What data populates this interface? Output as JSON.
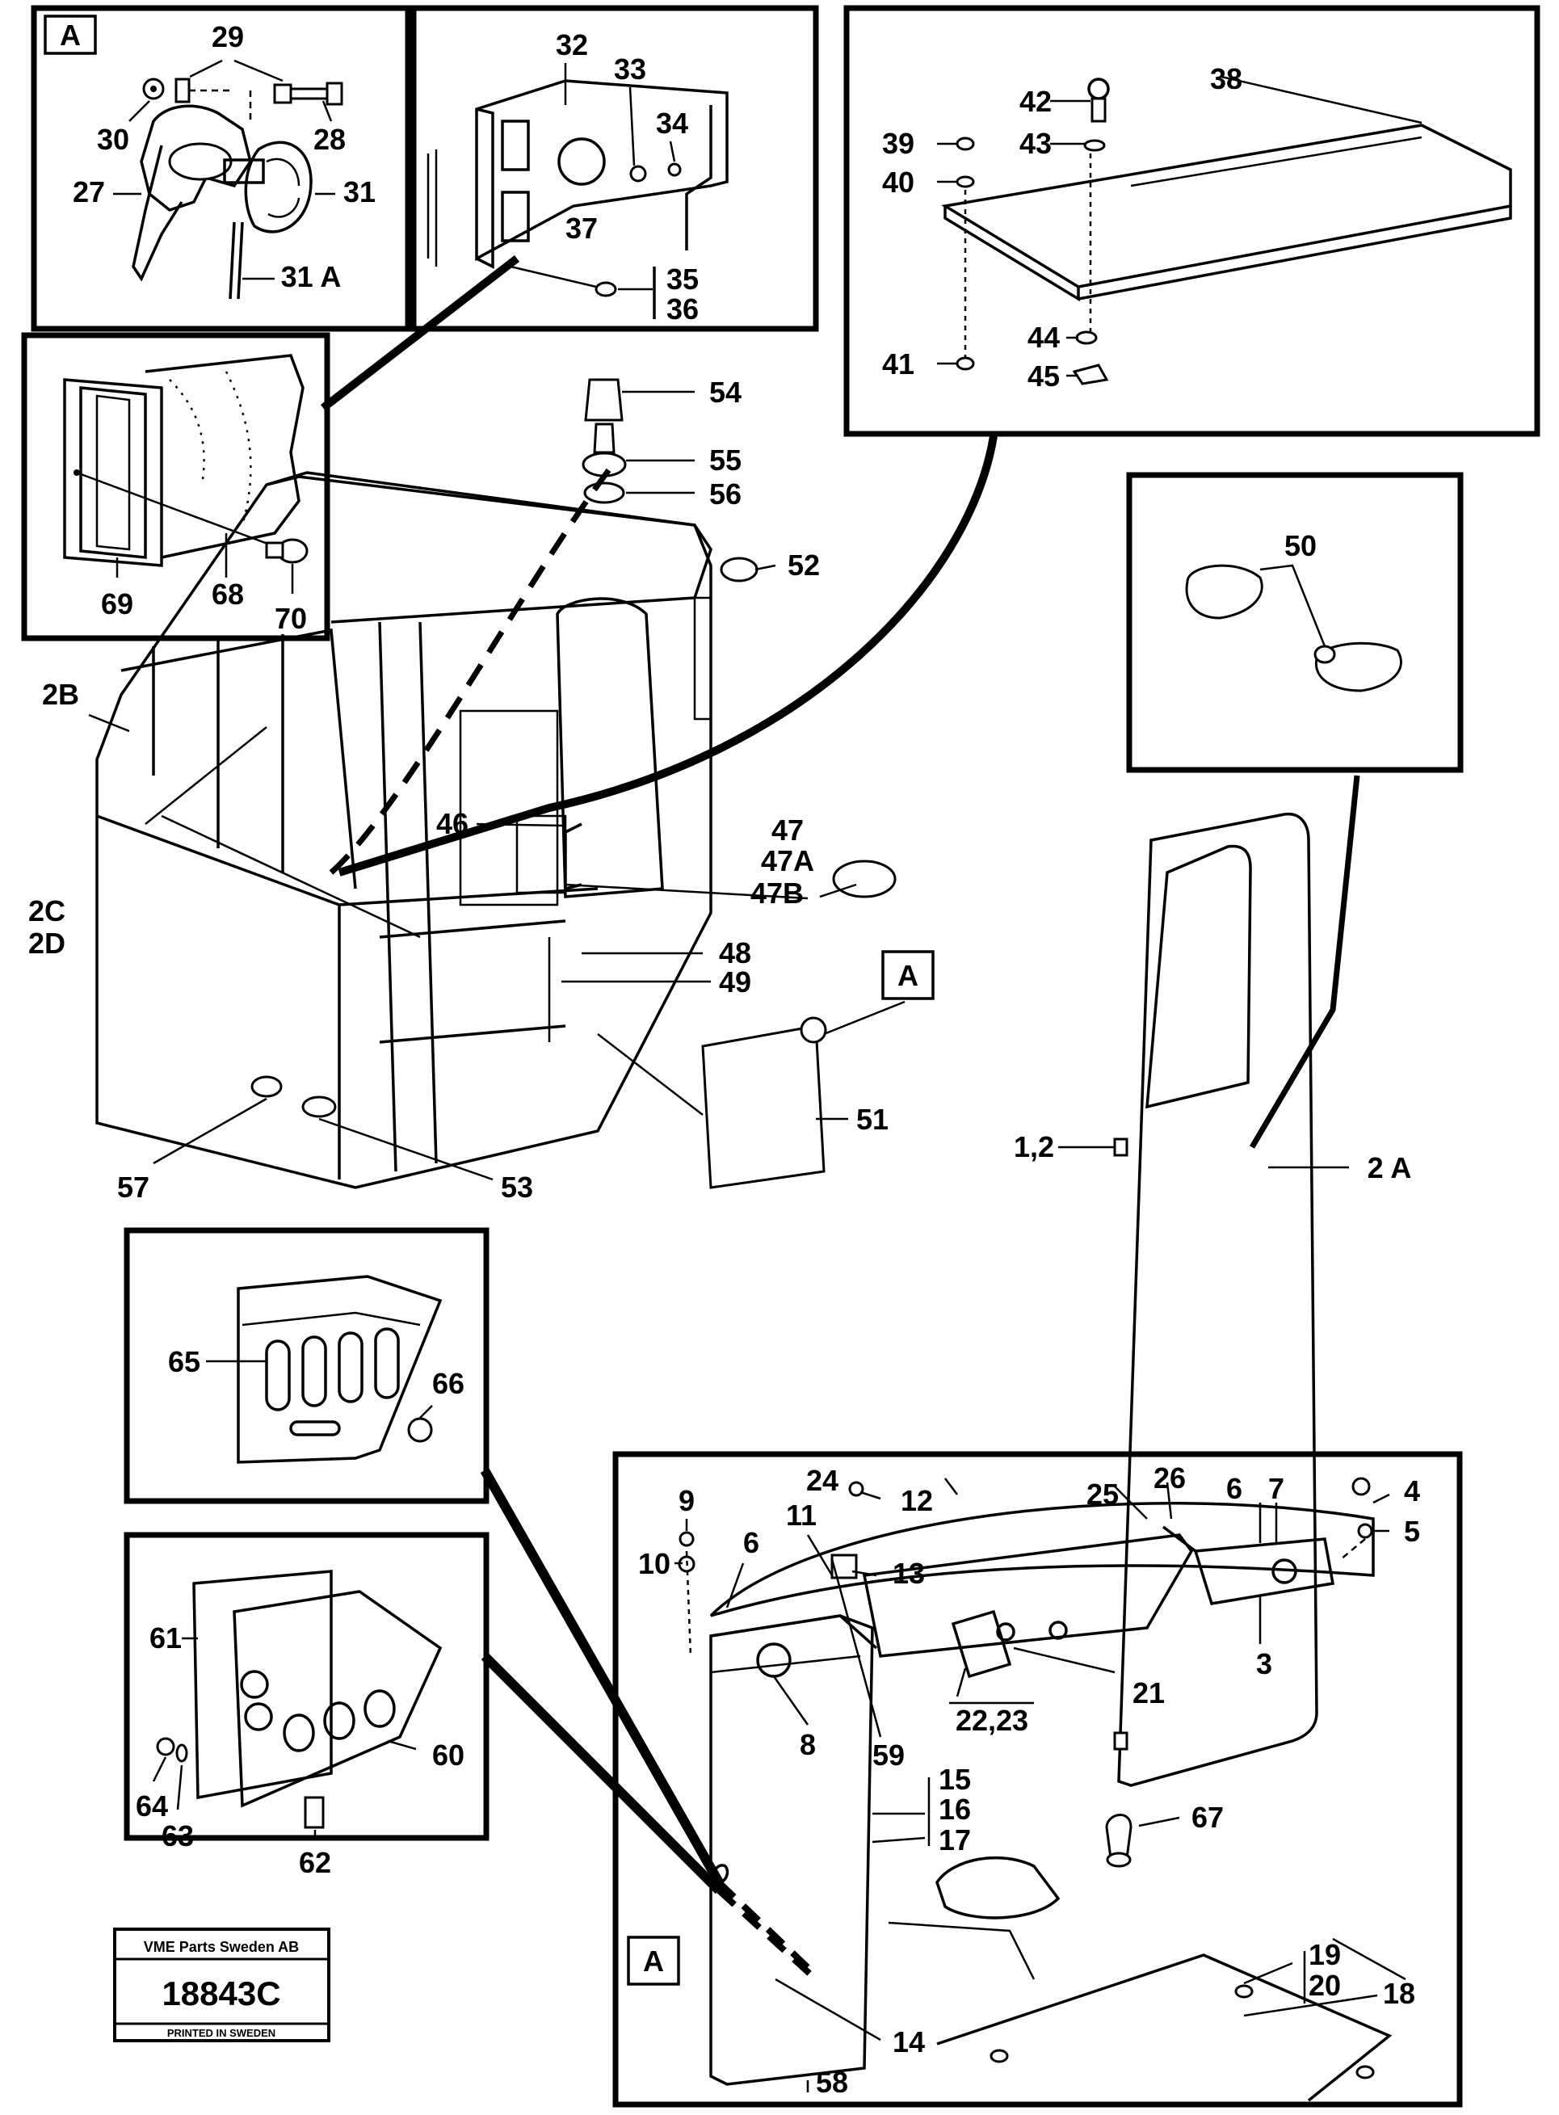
{
  "panels": {
    "latch_callout": "A",
    "instrument_callout": "A",
    "mirror_callout": "A"
  },
  "labels": {
    "p1_2": "1,2",
    "p2a": "2 A",
    "p2b": "2B",
    "p2c": "2C",
    "p2d": "2D",
    "p3": "3",
    "p4": "4",
    "p5": "5",
    "p6a": "6",
    "p6b": "6",
    "p7": "7",
    "p8": "8",
    "p9": "9",
    "p10": "10",
    "p11": "11",
    "p12": "12",
    "p13": "13",
    "p14": "14",
    "p15": "15",
    "p16": "16",
    "p17": "17",
    "p18": "18",
    "p19": "19",
    "p20": "20",
    "p21": "21",
    "p22_23": "22,23",
    "p24": "24",
    "p25": "25",
    "p26": "26",
    "p27": "27",
    "p28": "28",
    "p29": "29",
    "p30": "30",
    "p31": "31",
    "p31a": "31 A",
    "p32": "32",
    "p33": "33",
    "p34": "34",
    "p35": "35",
    "p36": "36",
    "p37": "37",
    "p38": "38",
    "p39": "39",
    "p40": "40",
    "p41": "41",
    "p42": "42",
    "p43": "43",
    "p44": "44",
    "p45": "45",
    "p46": "46",
    "p47": "47",
    "p47a": "47A",
    "p47b": "47B",
    "p48": "48",
    "p49": "49",
    "p50": "50",
    "p51": "51",
    "p52": "52",
    "p53": "53",
    "p54": "54",
    "p55": "55",
    "p56": "56",
    "p57": "57",
    "p58": "58",
    "p59": "59",
    "p60": "60",
    "p61": "61",
    "p62": "62",
    "p63": "63",
    "p64": "64",
    "p65": "65",
    "p66": "66",
    "p67": "67",
    "p68": "68",
    "p69": "69",
    "p70": "70"
  },
  "stamp": {
    "company": "VME Parts Sweden AB",
    "number": "18843C",
    "printed": "PRINTED IN SWEDEN"
  }
}
